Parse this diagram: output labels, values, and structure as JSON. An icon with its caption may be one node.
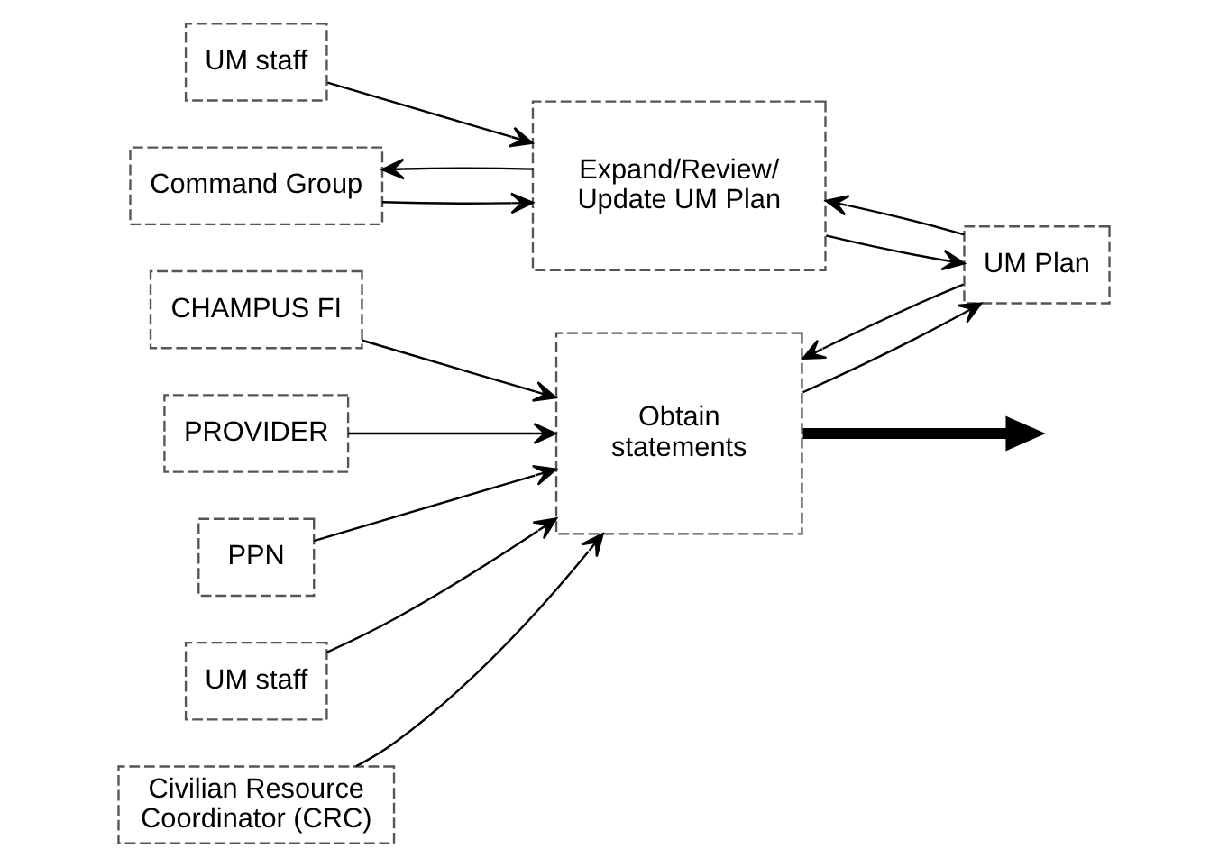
{
  "diagram": {
    "nodes": [
      {
        "text": [
          "CHAMPUS FI"
        ]
      },
      {
        "text": [
          "PROVIDER"
        ]
      },
      {
        "text": [
          "PPN"
        ]
      },
      {
        "text": [
          "UM staff"
        ]
      },
      {
        "text": [
          "Civilian Resource Coordinator (CRC)"
        ]
      },
      {
        "text": [
          "Obtain statements"
        ]
      },
      {
        "text": [
          "UM Plan"
        ]
      },
      {
        "text": [
          "UM staff"
        ]
      },
      {
        "text": [
          "Command Group"
        ]
      },
      {
        "text": [
          "Expand/Review/ Update UM Plan"
        ]
      }
    ],
    "edges": [
      {
        "from": 0,
        "to": 5,
        "arrow": "to"
      },
      {
        "from": 1,
        "to": 5,
        "arrow": "to"
      },
      {
        "from": 2,
        "to": 5,
        "arrow": "to"
      },
      {
        "from": 3,
        "to": 5,
        "arrow": "to"
      },
      {
        "from": 4,
        "to": 5,
        "arrow": "to"
      },
      {
        "from": 5,
        "to": null,
        "arrow": "to",
        "style": "thick"
      },
      {
        "from": 6,
        "to": 5,
        "arrow": "to"
      },
      {
        "from": 5,
        "to": 6,
        "arrow": "to"
      },
      {
        "from": 6,
        "to": 9,
        "arrow": "to"
      },
      {
        "from": 9,
        "to": 6,
        "arrow": "to"
      },
      {
        "from": 7,
        "to": 9,
        "arrow": "to"
      },
      {
        "from": 9,
        "to": 8,
        "arrow": "to"
      },
      {
        "from": 8,
        "to": 9,
        "arrow": "to"
      }
    ]
  }
}
